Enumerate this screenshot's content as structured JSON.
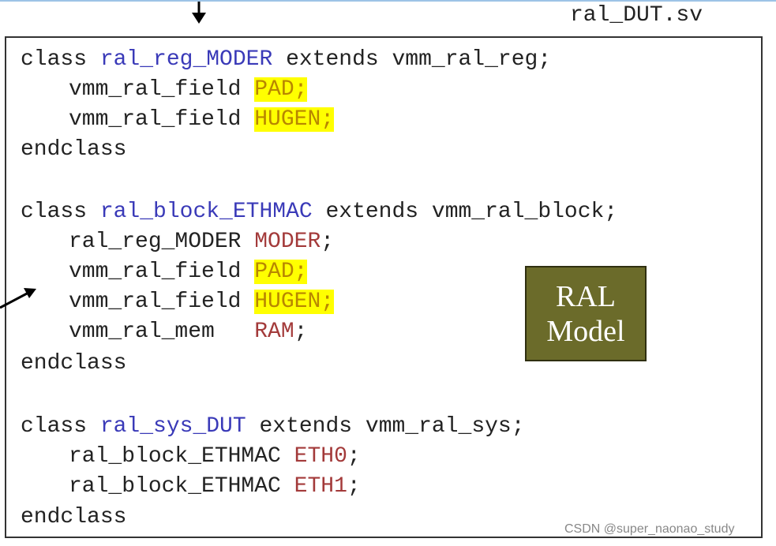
{
  "file_name": "ral_DUT.sv",
  "model_box": {
    "line1": "RAL",
    "line2": "Model",
    "fill": "#6b6b2a"
  },
  "watermark": "CSDN @super_naonao_study",
  "code": {
    "l1": {
      "kw": "class ",
      "name": "ral_reg_MODER",
      "rest": " extends vmm_ral_reg;"
    },
    "l2": {
      "type": "vmm_ral_field ",
      "inst": "PAD",
      "semi": ";"
    },
    "l3": {
      "type": "vmm_ral_field ",
      "inst": "HUGEN",
      "semi": ";"
    },
    "l4": {
      "text": "endclass"
    },
    "l5": {
      "kw": "class ",
      "name": "ral_block_ETHMAC",
      "rest": " extends vmm_ral_block;"
    },
    "l6": {
      "type": "ral_reg_MODER ",
      "inst": "MODER",
      "semi": ";"
    },
    "l7": {
      "type": "vmm_ral_field ",
      "inst": "PAD",
      "semi": ";"
    },
    "l8": {
      "type": "vmm_ral_field ",
      "inst": "HUGEN",
      "semi": ";"
    },
    "l9": {
      "type": "vmm_ral_mem   ",
      "inst": "RAM",
      "semi": ";"
    },
    "l10": {
      "text": "endclass"
    },
    "l11": {
      "kw": "class ",
      "name": "ral_sys_DUT",
      "rest": " extends vmm_ral_sys;"
    },
    "l12": {
      "type": "ral_block_ETHMAC ",
      "inst": "ETH0",
      "semi": ";"
    },
    "l13": {
      "type": "ral_block_ETHMAC ",
      "inst": "ETH1",
      "semi": ";"
    },
    "l14": {
      "text": "endclass"
    }
  }
}
